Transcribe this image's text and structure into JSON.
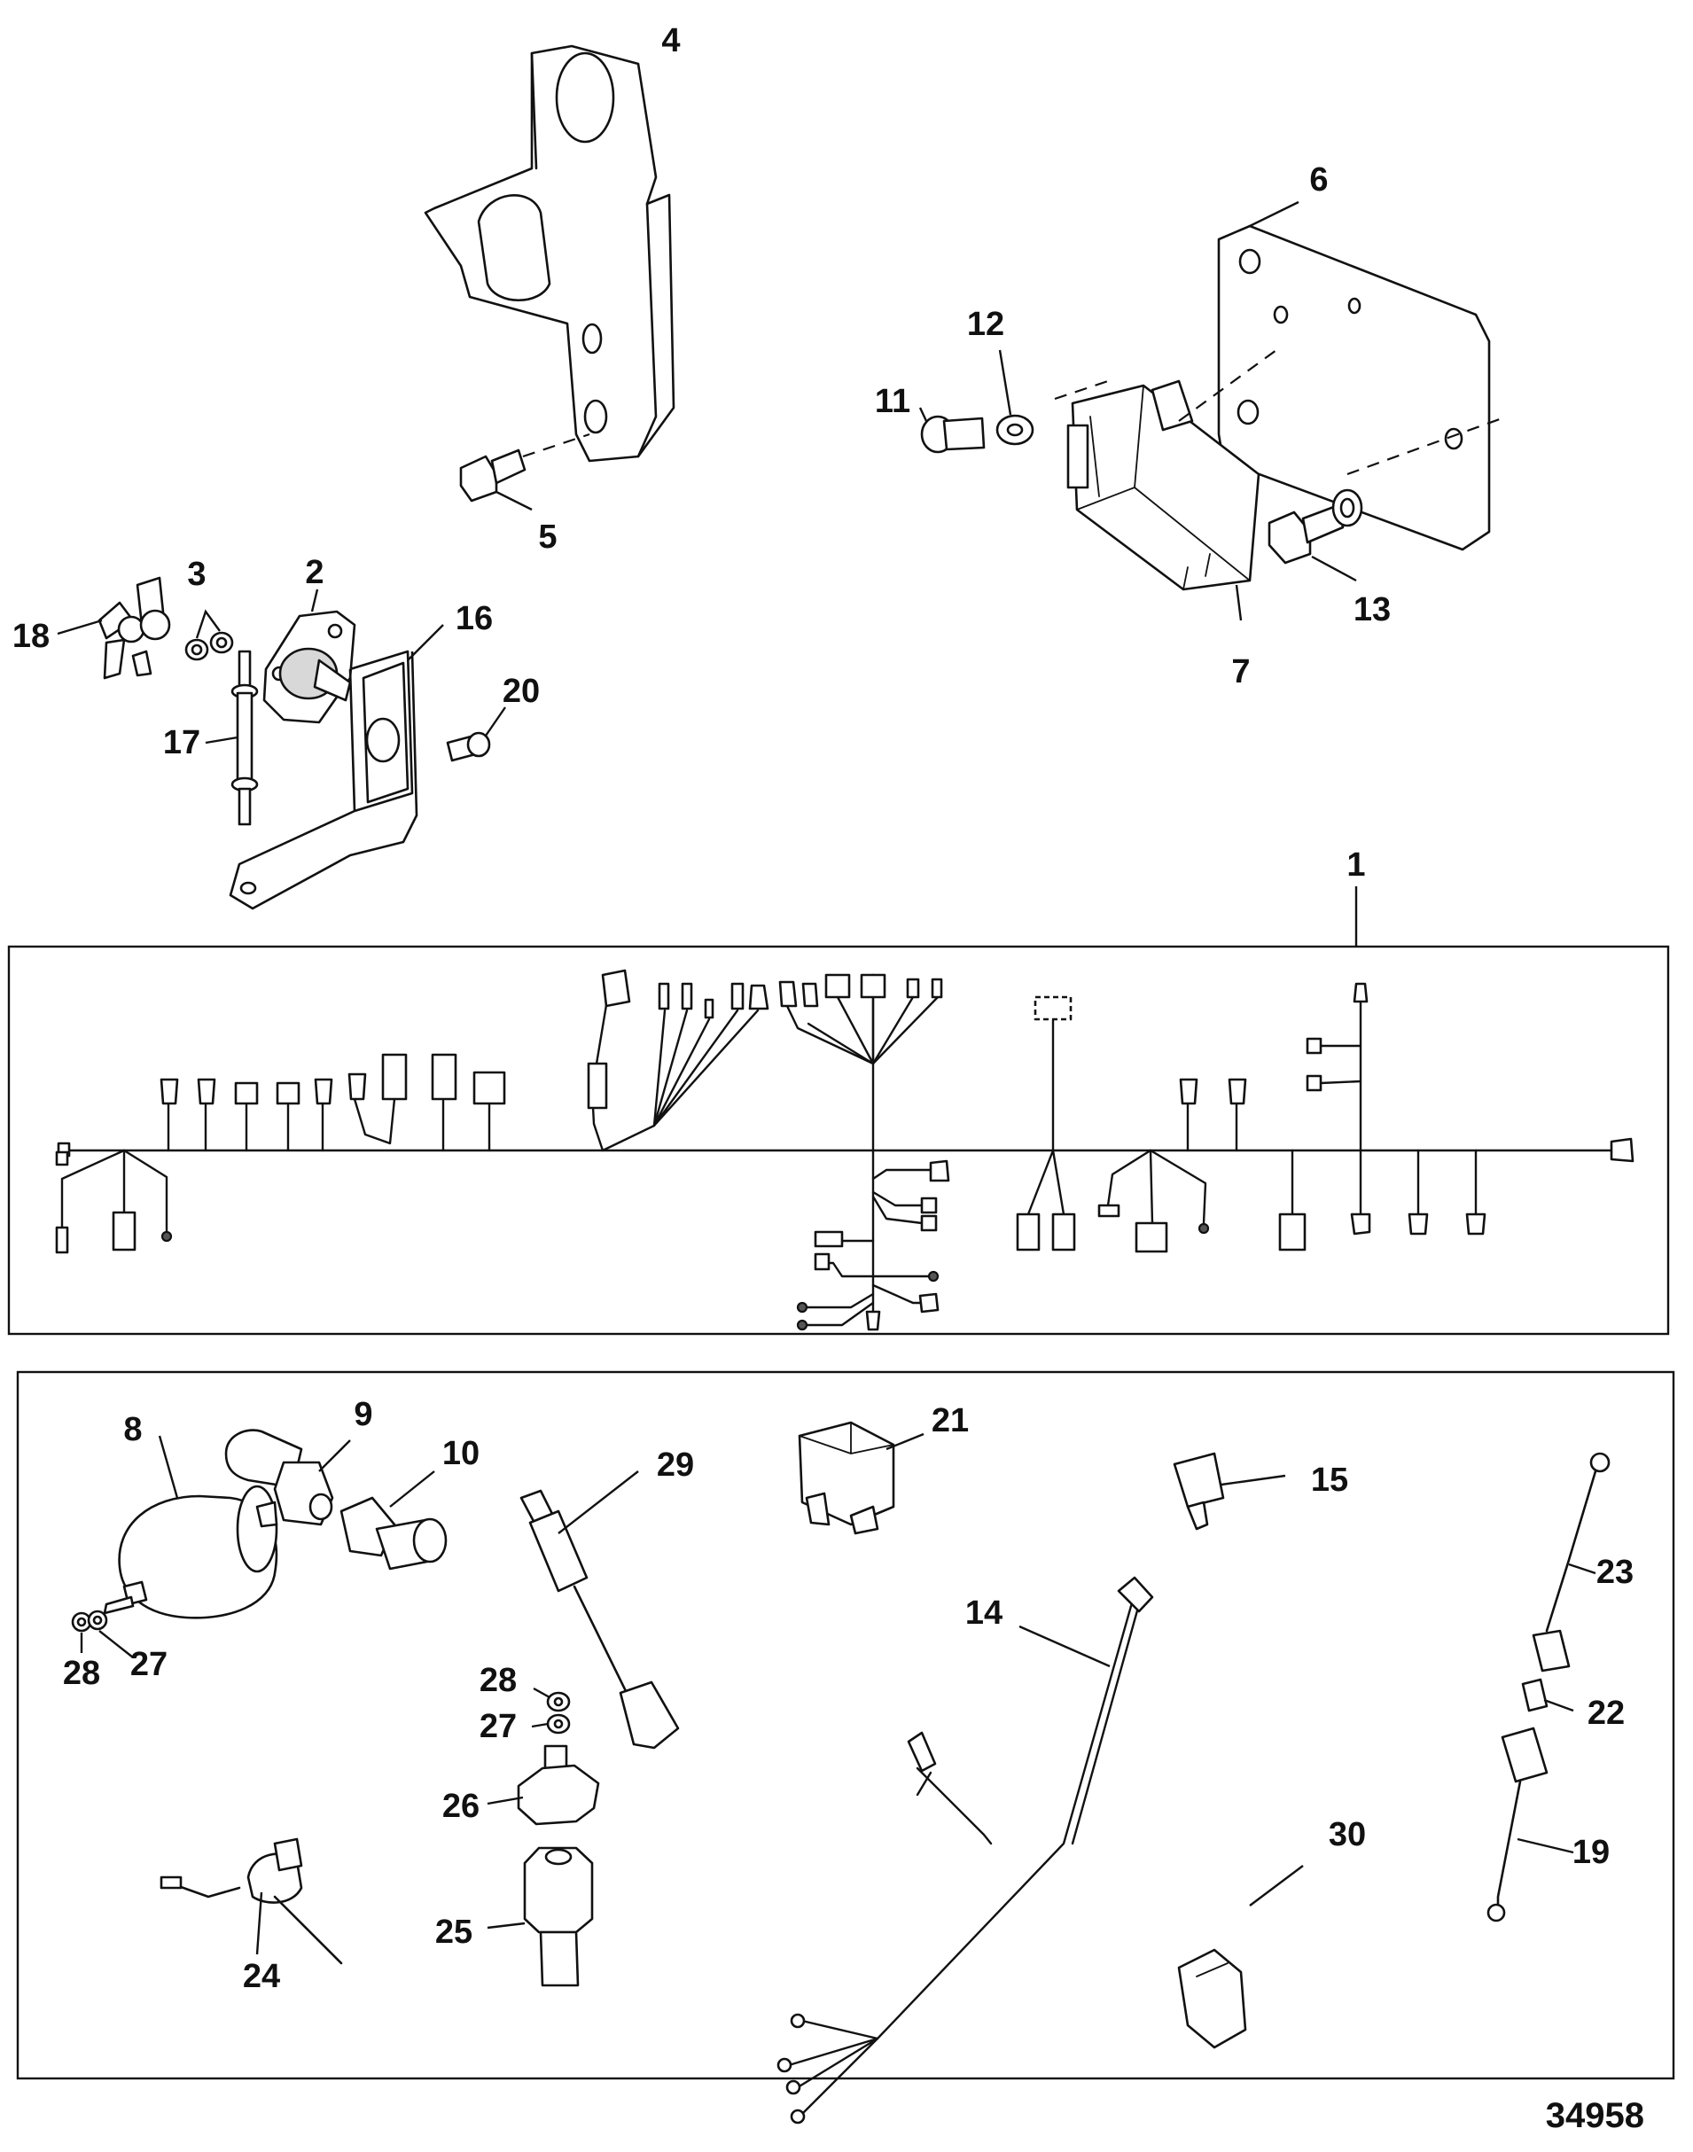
{
  "figure_number": "34958",
  "callouts": {
    "c1": "1",
    "c2": "2",
    "c3": "3",
    "c4": "4",
    "c5": "5",
    "c6": "6",
    "c7": "7",
    "c8": "8",
    "c9": "9",
    "c10": "10",
    "c11": "11",
    "c12": "12",
    "c13": "13",
    "c14": "14",
    "c15": "15",
    "c16": "16",
    "c17": "17",
    "c18": "18",
    "c19": "19",
    "c20": "20",
    "c21": "21",
    "c22": "22",
    "c23": "23",
    "c24": "24",
    "c25": "25",
    "c26": "26",
    "c27a": "27",
    "c27b": "27",
    "c28a": "28",
    "c28b": "28",
    "c29": "29",
    "c30": "30"
  }
}
